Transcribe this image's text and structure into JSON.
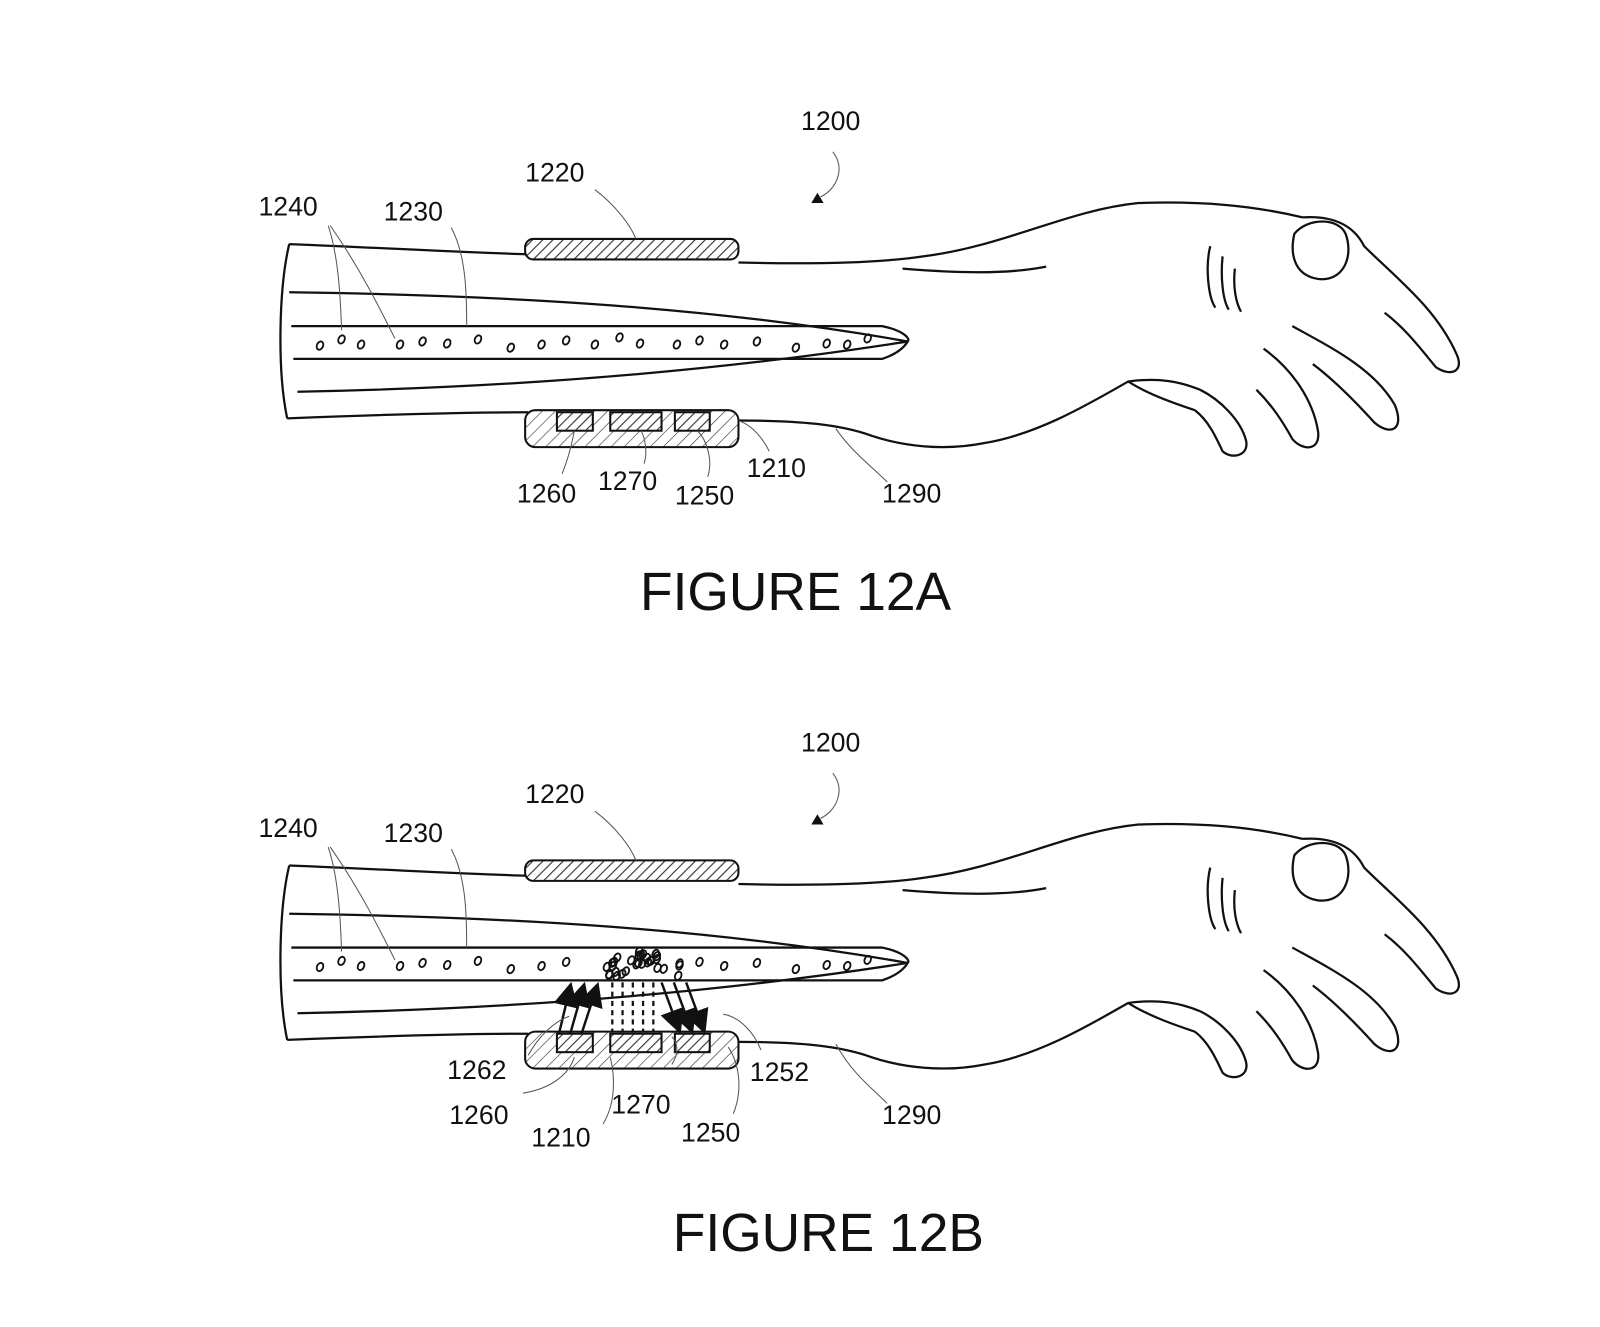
{
  "figure_a": {
    "caption": "FIGURE 12A",
    "labels": {
      "system": "1200",
      "top_band": "1220",
      "particles": "1240",
      "vessel": "1230",
      "emitter": "1260",
      "center_sensor": "1270",
      "detector": "1250",
      "device": "1210",
      "arm": "1290"
    }
  },
  "figure_b": {
    "caption": "FIGURE 12B",
    "labels": {
      "system": "1200",
      "top_band": "1220",
      "particles": "1240",
      "vessel": "1230",
      "emitted_light": "1262",
      "emitter": "1260",
      "device": "1210",
      "center_sensor": "1270",
      "detector": "1250",
      "reflected_light": "1252",
      "arm": "1290"
    }
  },
  "colors": {
    "ink": "#111111",
    "background": "#ffffff"
  }
}
